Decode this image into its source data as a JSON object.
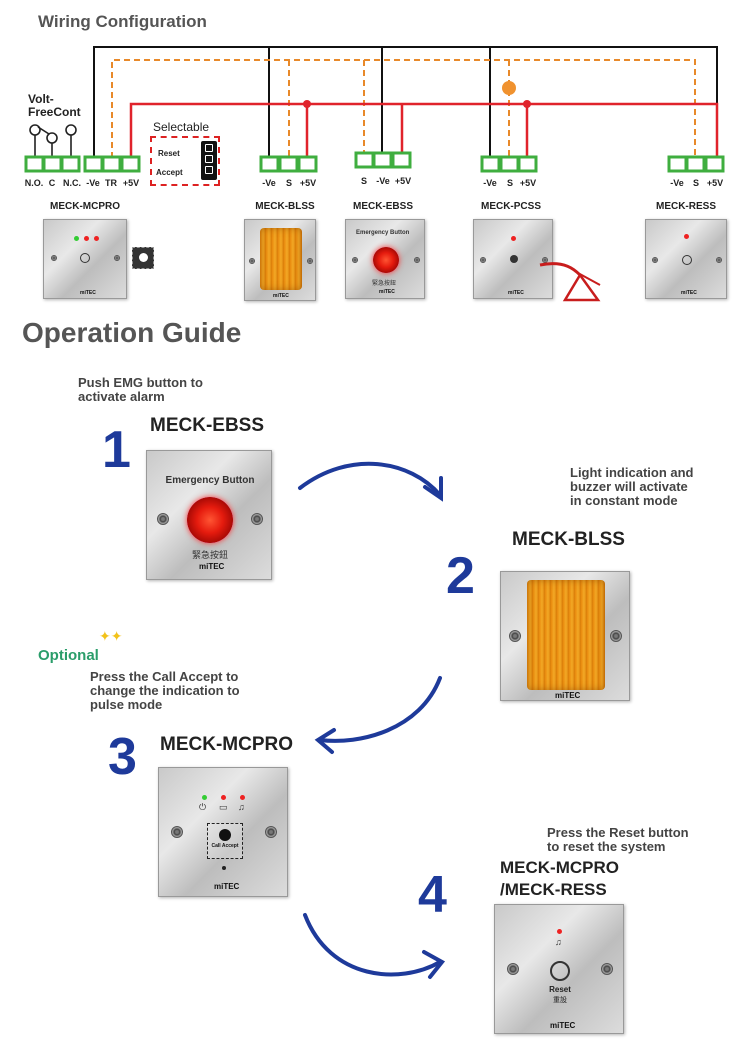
{
  "wiring": {
    "title": "Wiring Configuration",
    "volt_free_label": "Volt-\nFreeCont",
    "selectable": {
      "title": "Selectable",
      "options": [
        "Reset",
        "Accept"
      ]
    },
    "devices": [
      {
        "name": "MECK-MCPRO",
        "terminals": [
          "N.O.",
          "C",
          "N.C.",
          "-Ve",
          "TR",
          "+5V"
        ]
      },
      {
        "name": "MECK-BLSS",
        "terminals": [
          "-Ve",
          "S",
          "+5V"
        ]
      },
      {
        "name": "MECK-EBSS",
        "terminals": [
          "S",
          "-Ve",
          "+5V"
        ]
      },
      {
        "name": "MECK-PCSS",
        "terminals": [
          "-Ve",
          "S",
          "+5V"
        ]
      },
      {
        "name": "MECK-RESS",
        "terminals": [
          "-Ve",
          "S",
          "+5V"
        ]
      }
    ],
    "colors": {
      "ground": "#111111",
      "signal": "#e8892a",
      "power": "#e0232b",
      "terminal": "#3fae3f"
    }
  },
  "operation": {
    "title": "Operation Guide",
    "optional_label": "Optional",
    "steps": [
      {
        "number": "1",
        "text": "Push EMG button to\nactivate alarm",
        "device": "MECK-EBSS"
      },
      {
        "number": "2",
        "text": "Light indication and\nbuzzer will activate\nin constant mode",
        "device": "MECK-BLSS"
      },
      {
        "number": "3",
        "text": "Press the Call Accept to\nchange the indication to\npulse mode",
        "device": "MECK-MCPRO"
      },
      {
        "number": "4",
        "text": "Press the Reset button\nto reset the system",
        "device": "MECK-MCPRO\n/MECK-RESS"
      }
    ]
  },
  "panel_labels": {
    "emergency_button": "Emergency Button",
    "emergency_cn": "緊急按鈕",
    "reset": "Reset",
    "reset_cn": "重設",
    "call_accept": "Call Accept",
    "brand": "miTEC"
  }
}
